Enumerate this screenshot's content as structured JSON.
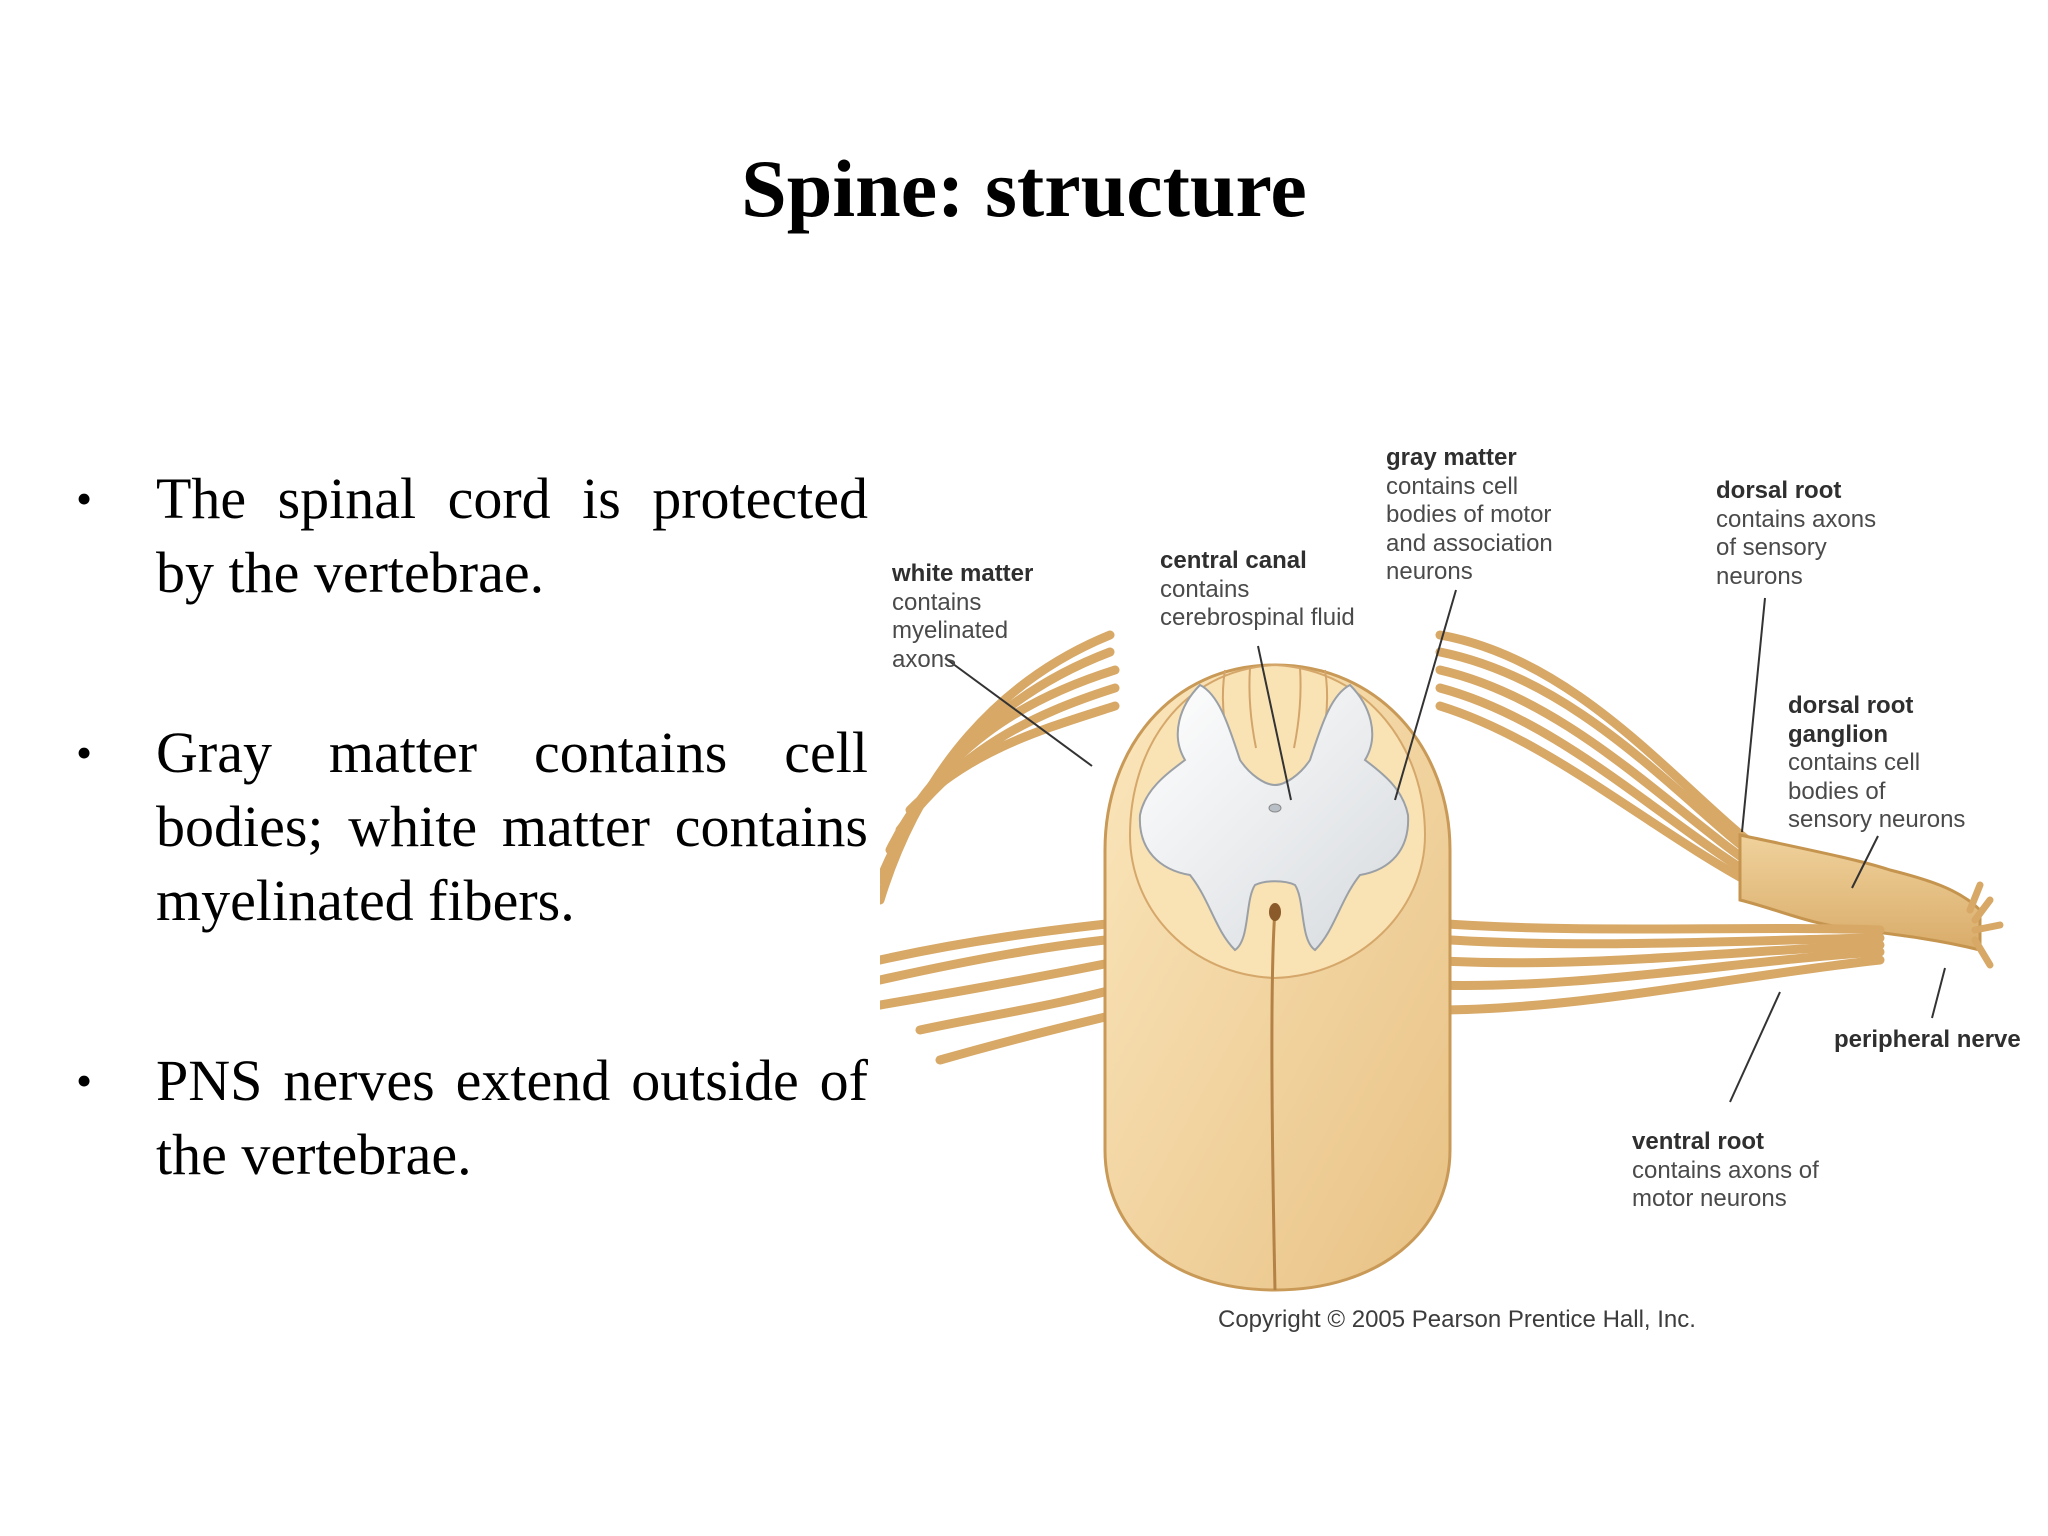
{
  "slide": {
    "title": "Spine: structure",
    "bullet_symbol": "•",
    "bullets": [
      "The spinal cord is protected by the vertebrae.",
      "Gray matter contains cell bodies; white matter contains myelinated fibers.",
      "PNS nerves extend outside of the vertebrae."
    ]
  },
  "figure": {
    "labels": {
      "white_matter": {
        "head": "white matter",
        "body": "contains\nmyelinated\naxons"
      },
      "central_canal": {
        "head": "central canal",
        "body": "contains\ncerebrospinal fluid"
      },
      "gray_matter": {
        "head": "gray matter",
        "body": "contains cell\nbodies of motor\nand association\nneurons"
      },
      "dorsal_root": {
        "head": "dorsal root",
        "body": "contains axons\nof sensory\nneurons"
      },
      "dorsal_root_ganglion": {
        "head": "dorsal root\nganglion",
        "body": "contains cell\nbodies of\nsensory neurons"
      },
      "peripheral_nerve": {
        "head": "peripheral nerve",
        "body": ""
      },
      "ventral_root": {
        "head": "ventral root",
        "body": "contains axons of\nmotor neurons"
      }
    },
    "copyright": "Copyright © 2005 Pearson Prentice Hall, Inc.",
    "colors": {
      "nerve_tan": "#e6c48c",
      "cord_light": "#f7dfb0",
      "gray_matter": "#eef0f2",
      "leader_line": "#333333"
    }
  }
}
